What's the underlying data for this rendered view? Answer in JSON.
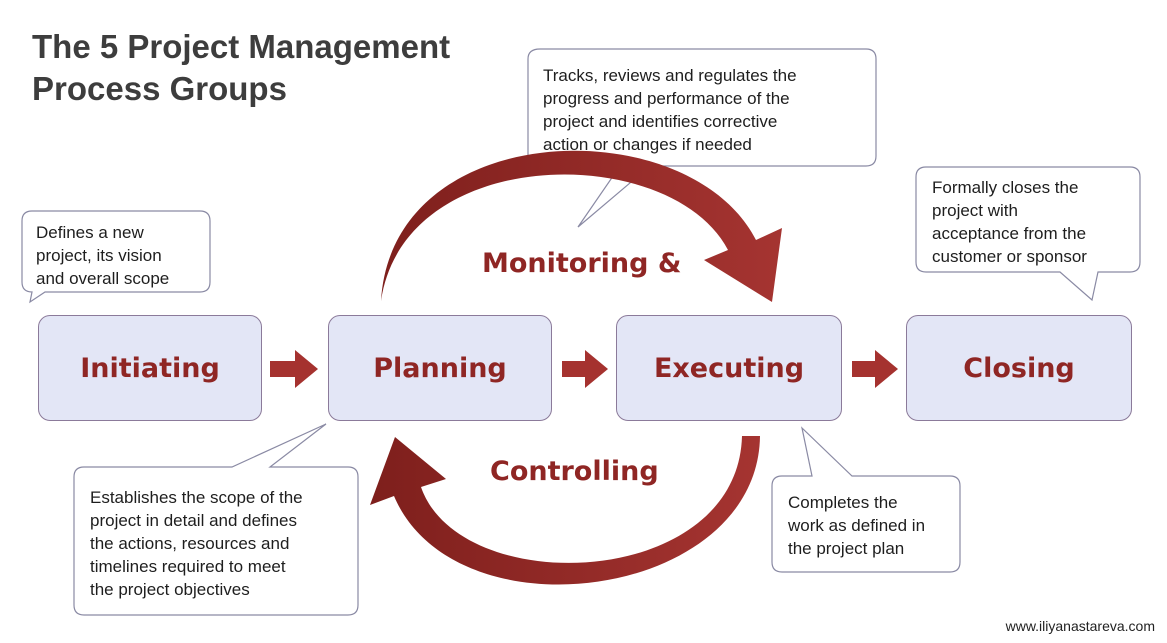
{
  "title": {
    "line1": "The 5 Project Management",
    "line2": "Process Groups"
  },
  "process_groups": [
    {
      "id": "initiating",
      "label": "Initiating"
    },
    {
      "id": "planning",
      "label": "Planning"
    },
    {
      "id": "executing",
      "label": "Executing"
    },
    {
      "id": "closing",
      "label": "Closing"
    }
  ],
  "cycle": {
    "label_top": "Monitoring &",
    "label_bottom": "Controlling"
  },
  "callouts": {
    "initiating": [
      "Defines a new",
      "project, its vision",
      "and overall scope"
    ],
    "monitoring": [
      "Tracks, reviews and regulates the",
      "progress and performance of the",
      "project and identifies corrective",
      "action or changes if needed"
    ],
    "closing": [
      "Formally closes the",
      "project with",
      "acceptance from the",
      "customer or sponsor"
    ],
    "planning": [
      "Establishes the scope of the",
      "project in detail and defines",
      "the actions, resources and",
      "timelines required to meet",
      "the project objectives"
    ],
    "executing": [
      "Completes the",
      "work as defined in",
      "the project plan"
    ]
  },
  "credit": "www.iliyanastareva.com",
  "colors": {
    "accent": "#8f2624",
    "box_fill": "#e3e6f6",
    "box_border": "#8b7a9a",
    "title": "#3d3d3d"
  }
}
